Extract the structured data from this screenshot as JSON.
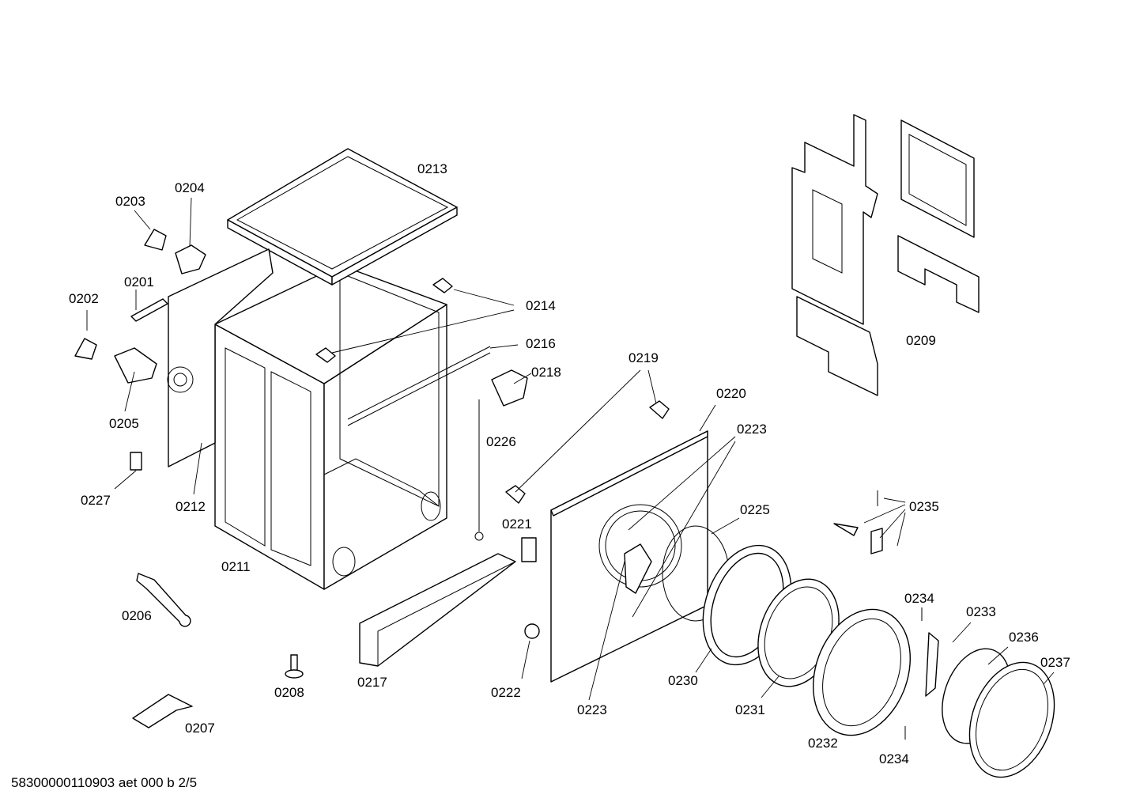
{
  "footer": {
    "document_code": "58300000110903 aet 000 b 2/5"
  },
  "callouts": {
    "p0201": "0201",
    "p0202": "0202",
    "p0203": "0203",
    "p0204": "0204",
    "p0205": "0205",
    "p0206": "0206",
    "p0207": "0207",
    "p0208": "0208",
    "p0209": "0209",
    "p0211": "0211",
    "p0212": "0212",
    "p0213": "0213",
    "p0214": "0214",
    "p0216": "0216",
    "p0217": "0217",
    "p0218": "0218",
    "p0219": "0219",
    "p0220": "0220",
    "p0221": "0221",
    "p0222": "0222",
    "p0223a": "0223",
    "p0223b": "0223",
    "p0225": "0225",
    "p0226": "0226",
    "p0227": "0227",
    "p0230": "0230",
    "p0231": "0231",
    "p0232": "0232",
    "p0233": "0233",
    "p0234a": "0234",
    "p0234b": "0234",
    "p0235": "0235",
    "p0236": "0236",
    "p0237": "0237"
  }
}
